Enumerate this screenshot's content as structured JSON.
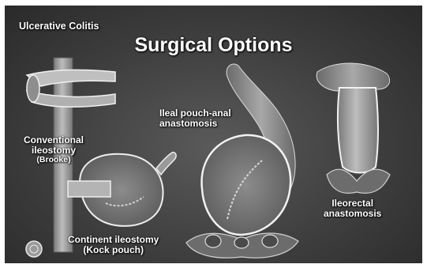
{
  "corner_title": "Ulcerative Colitis",
  "title": "Surgical Options",
  "labels": {
    "conventional_lines": [
      "Conventional",
      "ileostomy",
      "(Brooke)"
    ],
    "ipaa_lines": [
      "Ileal pouch-anal",
      "anastomosis"
    ],
    "kock_lines": [
      "Continent ileostomy",
      "(Kock pouch)"
    ],
    "ileorectal_lines": [
      "Ileorectal",
      "anastomosis"
    ]
  },
  "colors": {
    "background": "#404040",
    "tissue_fill": "#8a8a8a",
    "tissue_outline": "#e8e8e8",
    "text": "#ffffff"
  },
  "icons": [
    "seal-logo"
  ]
}
